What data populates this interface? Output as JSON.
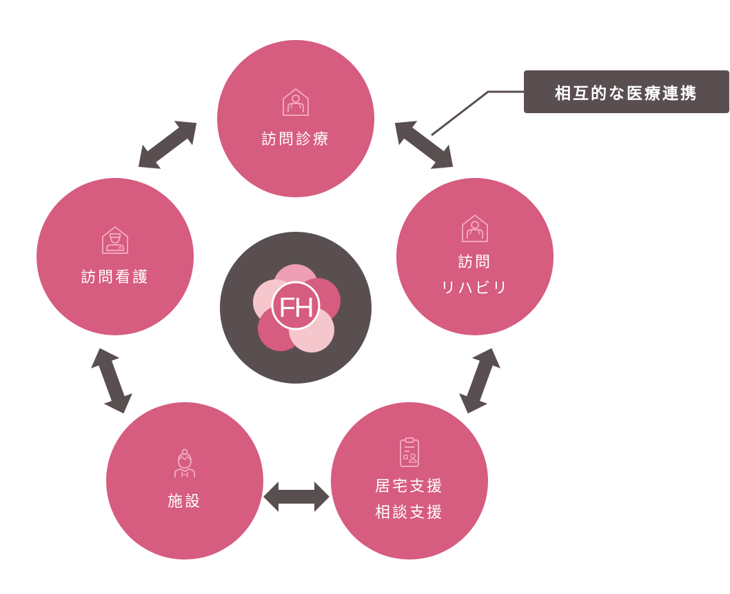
{
  "diagram": {
    "title": "相互的な医療連携",
    "center_logo": {
      "text": "FH",
      "icon": "flower-logo-icon"
    },
    "nodes": [
      {
        "id": "top",
        "label": "訪問診療",
        "icon": "doctor-house-icon"
      },
      {
        "id": "right",
        "label": "訪問\nリハビリ",
        "icon": "rehab-house-icon"
      },
      {
        "id": "bottom-right",
        "label": "居宅支援\n相談支援",
        "icon": "clipboard-icon"
      },
      {
        "id": "bottom-left",
        "label": "施設",
        "icon": "caregiver-icon"
      },
      {
        "id": "left",
        "label": "訪問看護",
        "icon": "nurse-house-icon"
      }
    ],
    "connections": [
      {
        "from": "訪問診療",
        "to": "訪問リハビリ",
        "type": "bidirectional"
      },
      {
        "from": "訪問リハビリ",
        "to": "居宅支援相談支援",
        "type": "bidirectional"
      },
      {
        "from": "居宅支援相談支援",
        "to": "施設",
        "type": "bidirectional"
      },
      {
        "from": "施設",
        "to": "訪問看護",
        "type": "bidirectional"
      },
      {
        "from": "訪問看護",
        "to": "訪問診療",
        "type": "bidirectional"
      }
    ],
    "colors": {
      "node": "#d65c80",
      "icon_line": "#f2a7ba",
      "dark": "#5a4f50",
      "petal_light": "#f5c6cc",
      "petal_mid": "#ee9fb5",
      "petal_dark": "#d65c80",
      "text": "#ffffff"
    }
  }
}
